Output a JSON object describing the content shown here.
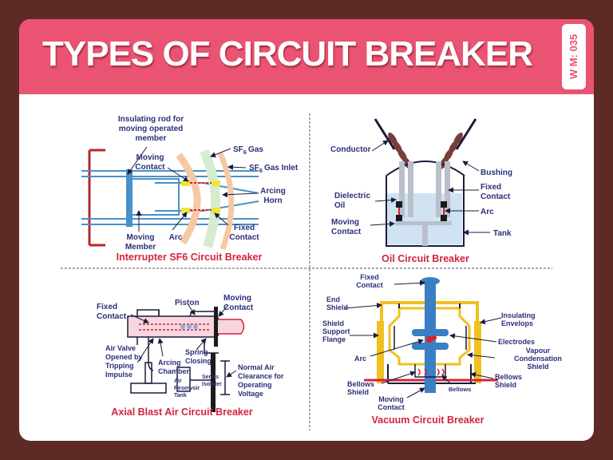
{
  "title": "TYPES OF CIRCUIT BREAKER",
  "badge": "W M: 035",
  "panels": {
    "sf6": {
      "caption": "Interrupter SF6 Circuit Breaker",
      "labels": {
        "insulating_rod_1": "Insulating rod for",
        "insulating_rod_2": "moving operated",
        "insulating_rod_3": "member",
        "moving_contact_1": "Moving",
        "moving_contact_2": "Contact",
        "sf6_gas": "SF",
        "sf6_gas_sub": "6",
        "sf6_gas_end": "Gas",
        "sf6_inlet": "SF",
        "sf6_inlet_sub": "6",
        "sf6_inlet_end": "Gas Inlet",
        "arcing_horn_1": "Arcing",
        "arcing_horn_2": "Horn",
        "moving_member_1": "Moving",
        "moving_member_2": "Member",
        "arc": "Arc",
        "fixed_contact_1": "Fixed",
        "fixed_contact_2": "Contact"
      }
    },
    "oil": {
      "caption": "Oil Circuit Breaker",
      "labels": {
        "conductor": "Conductor",
        "bushing": "Bushing",
        "fixed_contact_1": "Fixed",
        "fixed_contact_2": "Contact",
        "dielectric_1": "Dielectric",
        "dielectric_2": "Oil",
        "arc": "Arc",
        "moving_contact_1": "Moving",
        "moving_contact_2": "Contact",
        "tank": "Tank"
      }
    },
    "air": {
      "caption": "Axial Blast Air Circuit Breaker",
      "labels": {
        "fixed_contact_1": "Fixed",
        "fixed_contact_2": "Contact",
        "piston": "Piston",
        "moving_contact_1": "Moving",
        "moving_contact_2": "Contact",
        "air_valve_1": "Air Valve",
        "air_valve_2": "Opened by",
        "air_valve_3": "Tripping",
        "air_valve_4": "Impulse",
        "arcing_chamber_1": "Arcing",
        "arcing_chamber_2": "Chamber",
        "spring_1": "Spring",
        "spring_2": "Closing",
        "reservoir_1": "Air",
        "reservoir_2": "Reservoir",
        "reservoir_3": "Tank",
        "series_1": "Series",
        "series_2": "Isolater",
        "normal_air_1": "Normal Air",
        "normal_air_2": "Clearance for",
        "normal_air_3": "Operating",
        "normal_air_4": "Voltage"
      }
    },
    "vacuum": {
      "caption": "Vacuum Circuit Breaker",
      "labels": {
        "fixed_contact_1": "Fixed",
        "fixed_contact_2": "Contact",
        "end_shield_1": "End",
        "end_shield_2": "Shield",
        "insulating_1": "Insulating",
        "insulating_2": "Envelops",
        "shield_support_1": "Shield",
        "shield_support_2": "Support",
        "shield_support_3": "Flange",
        "electrodes": "Electrodes",
        "vapour_1": "Vapour",
        "vapour_2": "Condensation",
        "vapour_3": "Shield",
        "arc": "Arc",
        "bellows_shield_r1": "Bellows",
        "bellows_shield_r2": "Shield",
        "bellows_shield_l1": "Bellows",
        "bellows_shield_l2": "Shield",
        "bellows": "Bellows",
        "moving_contact_1": "Moving",
        "moving_contact_2": "Contact"
      }
    }
  },
  "colors": {
    "background": "#5e2a26",
    "banner": "#ea5472",
    "label": "#2b2f7a",
    "caption": "#d3243b"
  }
}
